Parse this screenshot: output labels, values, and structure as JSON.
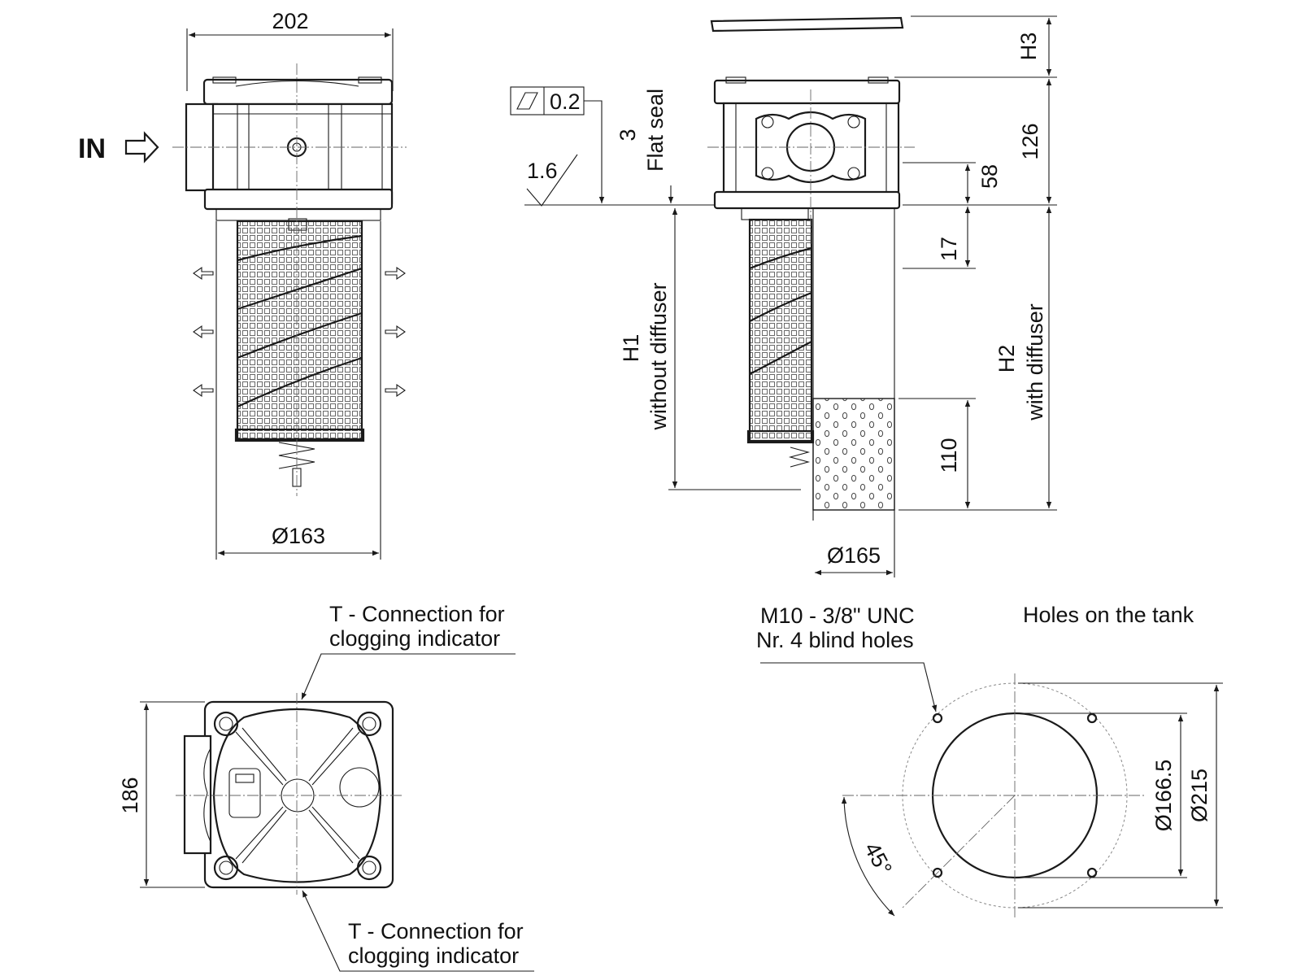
{
  "colors": {
    "line": "#1a1a1a",
    "background": "#ffffff"
  },
  "front_view": {
    "width_dim": "202",
    "inlet_label": "IN",
    "bowl_diameter": "Ø163"
  },
  "side_view": {
    "flatness_tolerance": "0.2",
    "roughness": "1.6",
    "seal_thickness": "3",
    "seal_label": "Flat seal",
    "h1_label": "H1",
    "h1_note": "without diffuser",
    "h2_label": "H2",
    "h2_note": "with diffuser",
    "h3_label": "H3",
    "head_height": "126",
    "port_height": "58",
    "gap_height": "17",
    "diffuser_height": "110",
    "diffuser_diameter": "Ø165"
  },
  "top_view": {
    "connection_note_top": [
      "T - Connection for",
      "clogging indicator"
    ],
    "connection_note_bottom": [
      "T - Connection for",
      "clogging indicator"
    ],
    "height_dim": "186"
  },
  "tank_holes": {
    "title": "Holes on the tank",
    "thread_note": [
      "M10 - 3/8\" UNC",
      "Nr. 4 blind holes"
    ],
    "inner_diameter": "Ø166.5",
    "outer_diameter": "Ø215",
    "angle": "45°"
  }
}
